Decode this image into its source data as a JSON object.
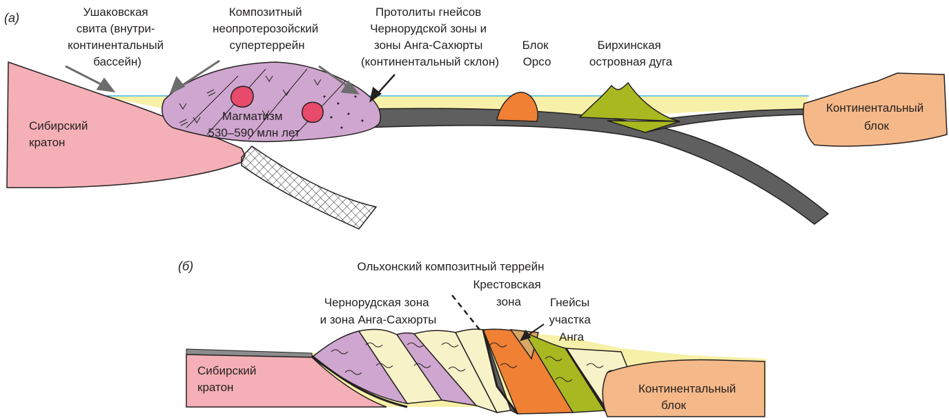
{
  "panel_a": {
    "letter": "(а)",
    "labels": {
      "ushakovka": [
        "Ушаковская",
        "свита (внутри-",
        "континентальный",
        "бассейн)"
      ],
      "composite": [
        "Композитный",
        "неопротерозойский",
        "супертеррейн"
      ],
      "protoliths": [
        "Протолиты гнейсов",
        "Чернорудской зоны и",
        "зоны Анга-Сахюрты",
        "(континентальный склон)"
      ],
      "orso": [
        "Блок",
        "Орсо"
      ],
      "birkhin": [
        "Бирхинская",
        "островная дуга"
      ],
      "siberian_craton": [
        "Сибирский",
        "кратон"
      ],
      "continental_block": [
        "Континентальный",
        "блок"
      ],
      "magmatism": [
        "Магматизм",
        "530–590 млн лет"
      ]
    }
  },
  "panel_b": {
    "letter": "(б)",
    "labels": {
      "olkhon": "Ольхонский композитный террейн",
      "chernorud": [
        "Чернорудская зона",
        "и зона Анга-Сахюрты"
      ],
      "krestovka": [
        "Крестовская",
        "зона"
      ],
      "anga_gneiss": [
        "Гнейсы",
        "участка",
        "Анга"
      ],
      "siberian_craton": [
        "Сибирский",
        "кратон"
      ],
      "continental_block": [
        "Континентальный",
        "блок"
      ]
    }
  },
  "colors": {
    "craton": "#f4b0b6",
    "continental_block": "#f5b888",
    "supterrane": "#cfa6cf",
    "basin": "#f7f0a8",
    "slab": "#5f5f5f",
    "orso": "#ef8034",
    "arc": "#a8b820",
    "sea_line": "#3fb4dd",
    "magma": "#e84a6b"
  }
}
